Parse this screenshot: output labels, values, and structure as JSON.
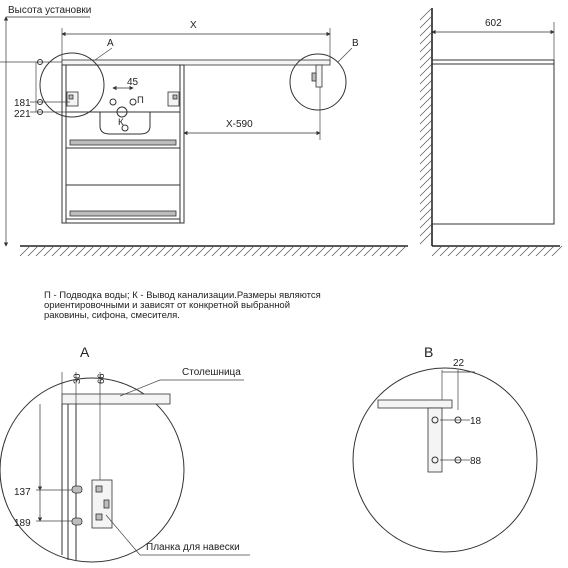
{
  "labels": {
    "install_height": "Высота установки",
    "x": "X",
    "callout_a": "A",
    "callout_b": "B",
    "dim_45": "45",
    "dim_181": "181",
    "dim_221": "221",
    "dim_x590": "X-590",
    "dim_602": "602",
    "mark_p": "П",
    "mark_k": "К",
    "detail_a_title": "A",
    "detail_b_title": "B",
    "dim_30": "30",
    "dim_66": "66",
    "countertop": "Столешница",
    "dim_137": "137",
    "dim_189": "189",
    "hanging_bracket": "Планка для навески",
    "dim_22": "22",
    "dim_18": "18",
    "dim_88": "88"
  },
  "note": {
    "line1": "П - Подводка воды; К - Вывод канализации.Размеры являются",
    "line2": "ориентировочными и зависят от конкретной выбранной",
    "line3": "раковины, сифона, смесителя."
  }
}
